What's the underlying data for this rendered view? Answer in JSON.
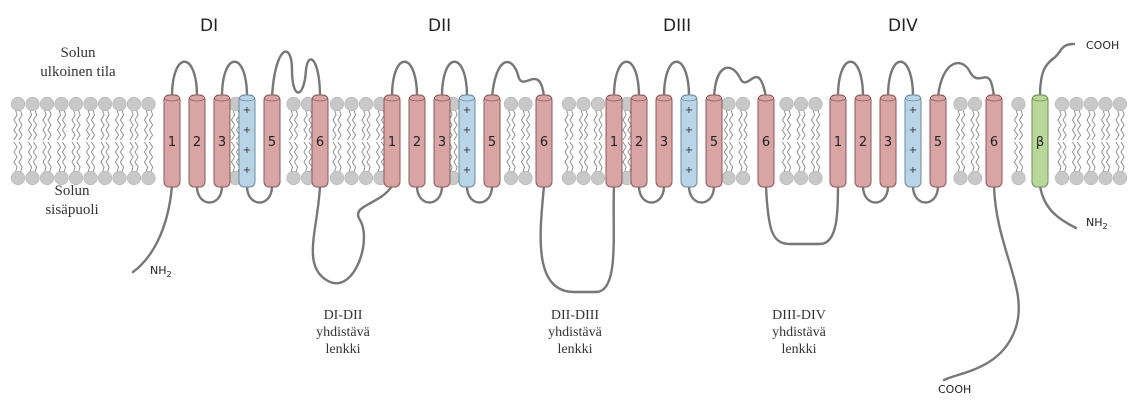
{
  "domains": [
    "DI",
    "DII",
    "DIII",
    "DIV"
  ],
  "outside_label": [
    "Solun",
    "ulkoinen tila"
  ],
  "inside_label": [
    "Solun",
    "sisäpuoli"
  ],
  "segments": [
    "1",
    "2",
    "3",
    "+",
    "5",
    "6"
  ],
  "voltage_sensor_charges": [
    "+",
    "+",
    "+",
    "+"
  ],
  "beta_label": "β",
  "nh2_label": "NH",
  "nh2_sub": "2",
  "cooh_label": "COOH",
  "linkers": [
    {
      "line1": "DI-DII",
      "line2": "yhdistävä",
      "line3": "lenkki"
    },
    {
      "line1": "DII-DIII",
      "line2": "yhdistävä",
      "line3": "lenkki"
    },
    {
      "line1": "DIII-DIV",
      "line2": "yhdistävä",
      "line3": "lenkki"
    }
  ],
  "colors": {
    "helix": "#d9a4a4",
    "helix_stroke": "#8a5a5a",
    "sensor": "#b9d4e6",
    "sensor_stroke": "#6a8aa0",
    "beta": "#b8d89a",
    "beta_stroke": "#6f8f55",
    "lipid_head": "#c8c8c8",
    "chain": "#777777"
  }
}
